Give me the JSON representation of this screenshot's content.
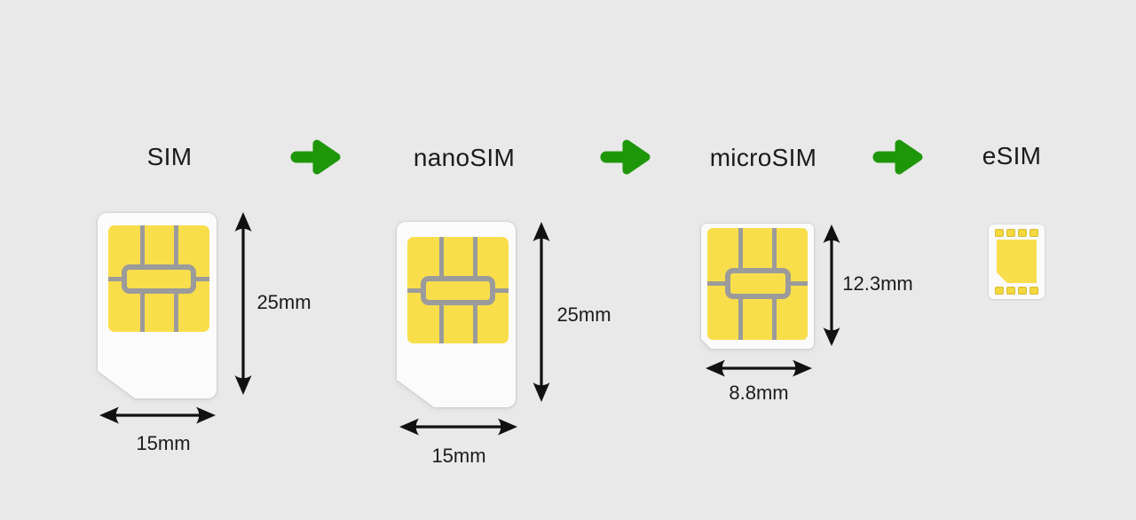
{
  "stages": [
    {
      "label": "SIM",
      "height_label": "25mm",
      "width_label": "15mm"
    },
    {
      "label": "nanoSIM",
      "height_label": "25mm",
      "width_label": "15mm"
    },
    {
      "label": "microSIM",
      "height_label": "12.3mm",
      "width_label": "8.8mm"
    },
    {
      "label": "eSIM"
    }
  ],
  "icons": {
    "flow_arrow": "green-right-arrow",
    "dimension_arrow": "black-double-headed-arrow"
  },
  "colors": {
    "background": "#E9E9E9",
    "card_white": "#FBFBFB",
    "chip_yellow": "#F8DE4B",
    "contact_gray": "#9B9B9B",
    "flow_arrow_green": "#1E960A",
    "dimension_black": "#111111",
    "text": "#1B1B1B"
  }
}
